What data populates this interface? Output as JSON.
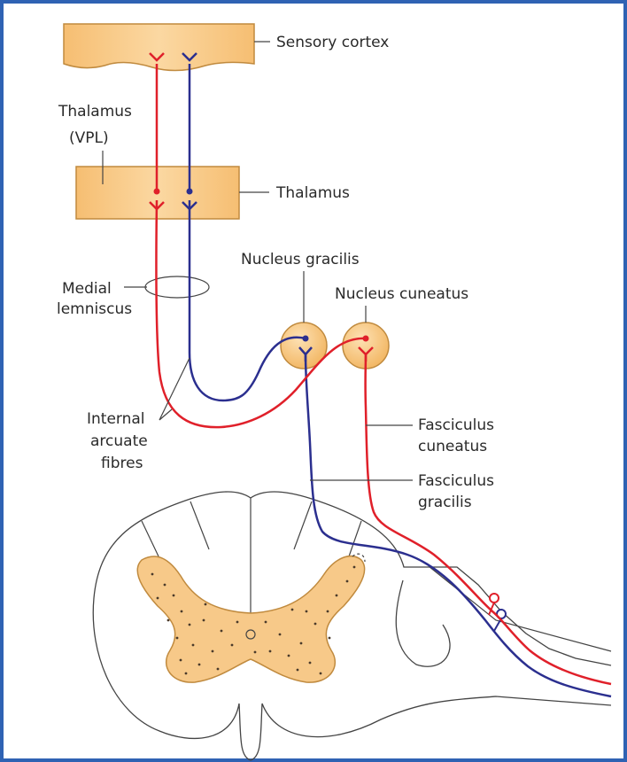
{
  "labels": {
    "sensory_cortex": "Sensory cortex",
    "thalamus_vpl_line1": "Thalamus",
    "thalamus_vpl_line2": "(VPL)",
    "thalamus": "Thalamus",
    "medial_lemniscus_line1": "Medial",
    "medial_lemniscus_line2": "lemniscus",
    "nucleus_gracilis": "Nucleus gracilis",
    "nucleus_cuneatus": "Nucleus cuneatus",
    "internal_arcuate_line1": "Internal",
    "internal_arcuate_line2": "arcuate",
    "internal_arcuate_line3": "fibres",
    "fasciculus_cuneatus_line1": "Fasciculus",
    "fasciculus_cuneatus_line2": "cuneatus",
    "fasciculus_gracilis_line1": "Fasciculus",
    "fasciculus_gracilis_line2": "gracilis"
  },
  "colors": {
    "frame": "#2f62b3",
    "tissue_fill": "#f7c989",
    "tissue_stroke": "#c08a3e",
    "red_pathway": "#e0202a",
    "blue_pathway": "#2b2f8f",
    "outline": "#444444"
  }
}
